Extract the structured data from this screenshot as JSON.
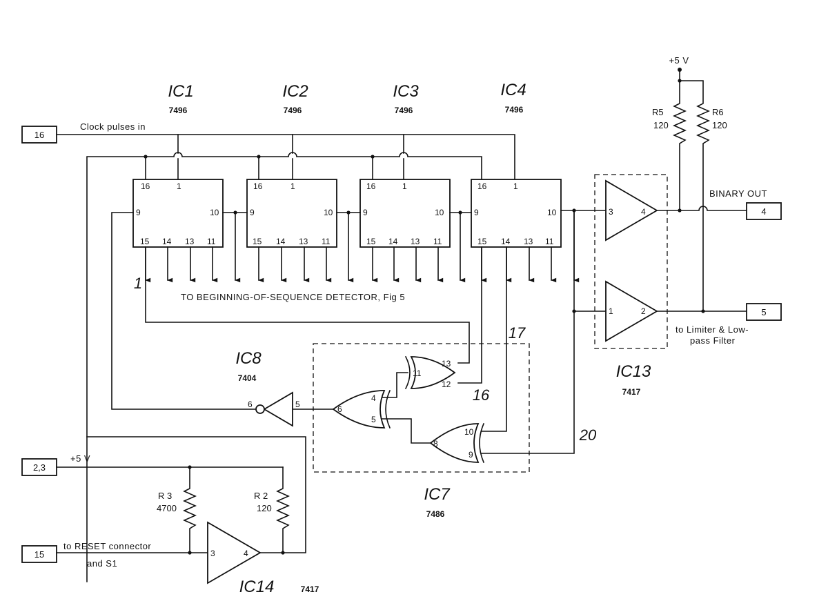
{
  "supply": {
    "top": "+5 V",
    "bottom": "+5 V"
  },
  "connectors": {
    "clock": "16",
    "supply": "2,3",
    "reset": "15",
    "binary_out": "4",
    "filter_out": "5"
  },
  "labels": {
    "clock": "Clock pulses in",
    "detector": "TO BEGINNING-OF-SEQUENCE DETECTOR, Fig 5",
    "binary_out": "BINARY OUT",
    "filter_line1": "to Limiter & Low-",
    "filter_line2": "pass Filter",
    "reset_line1": "to RESET connector",
    "reset_line2": "and S1"
  },
  "ics": [
    {
      "name": "IC1",
      "part": "7496"
    },
    {
      "name": "IC2",
      "part": "7496"
    },
    {
      "name": "IC3",
      "part": "7496"
    },
    {
      "name": "IC4",
      "part": "7496"
    },
    {
      "name": "IC8",
      "part": "7404"
    },
    {
      "name": "IC7",
      "part": "7486"
    },
    {
      "name": "IC13",
      "part": "7417"
    },
    {
      "name": "IC14",
      "part": "7417"
    }
  ],
  "resistors": {
    "r5": {
      "name": "R5",
      "value": "120"
    },
    "r6": {
      "name": "R6",
      "value": "120"
    },
    "r3": {
      "name": "R 3",
      "value": "4700"
    },
    "r2": {
      "name": "R 2",
      "value": "120"
    }
  },
  "register_pins": {
    "top_left": "16",
    "top_right": "1",
    "left": "9",
    "right": "10",
    "bottom": [
      "15",
      "14",
      "13",
      "11"
    ]
  },
  "gate_pins": {
    "ic8_in": "5",
    "ic8_out": "6",
    "ic7_a_in1": "13",
    "ic7_a_in2": "12",
    "ic7_a_out": "11",
    "ic7_b_in1": "10",
    "ic7_b_in2": "9",
    "ic7_b_out": "8",
    "ic7_c_in1": "4",
    "ic7_c_in2": "5",
    "ic7_c_out": "6",
    "ic13_a_in": "3",
    "ic13_a_out": "4",
    "ic13_b_in": "1",
    "ic13_b_out": "2",
    "ic14_in": "3",
    "ic14_out": "4"
  },
  "nets": {
    "n1": "1",
    "n16": "16",
    "n17": "17",
    "n20": "20"
  }
}
